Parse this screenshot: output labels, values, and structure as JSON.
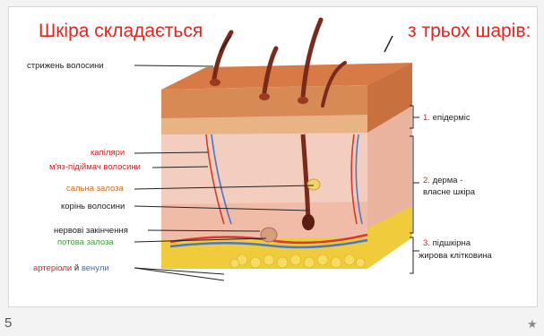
{
  "title": {
    "left": "Шкіра складається",
    "right": "з трьох шарів:"
  },
  "labels": {
    "hair_shaft": "стрижень волосини",
    "capillaries": "капіляри",
    "arrector_muscle": "м'яз-підіймач волосини",
    "sebaceous_gland": "сальна залоза",
    "hair_root": "корінь волосини",
    "nerve_endings": "нервові закінчення",
    "sweat_gland": "потова залоза",
    "arterioles": "артеріоли",
    "conjunction": "й",
    "venules": "венули"
  },
  "layers": [
    {
      "number": "1.",
      "name": "епідерміс"
    },
    {
      "number": "2.",
      "name": "дерма -",
      "name_line2": "власне шкіра"
    },
    {
      "number": "3.",
      "name": "підшкірна",
      "name_line2": "жирова клітковина"
    }
  ],
  "footer": {
    "slide_number": "5",
    "star": "★"
  },
  "colors": {
    "title": "#e8231d",
    "epidermis": "#d9874f",
    "dermis": "#f2c7b3",
    "fat": "#f0cc3c"
  }
}
